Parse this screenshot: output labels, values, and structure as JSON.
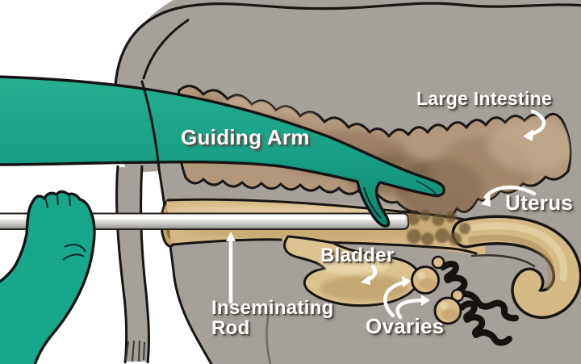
{
  "diagram": {
    "labels": {
      "guiding_arm": "Guiding Arm",
      "large_intestine": "Large Intestine",
      "uterus": "Uterus",
      "bladder": "Bladder",
      "inseminating_rod_line1": "Inseminating",
      "inseminating_rod_line2": "Rod",
      "ovaries": "Ovaries"
    },
    "colors": {
      "glove_teal": "#1aa287",
      "cow_body_gray": "#a6a09a",
      "organ_tan": "#d6ba86",
      "intestine_brown": "#b2977b",
      "rod_gray": "#d2d1cf",
      "outline_black": "#171613",
      "label_white": "#ffffff",
      "background_white": "#ffffff"
    }
  }
}
